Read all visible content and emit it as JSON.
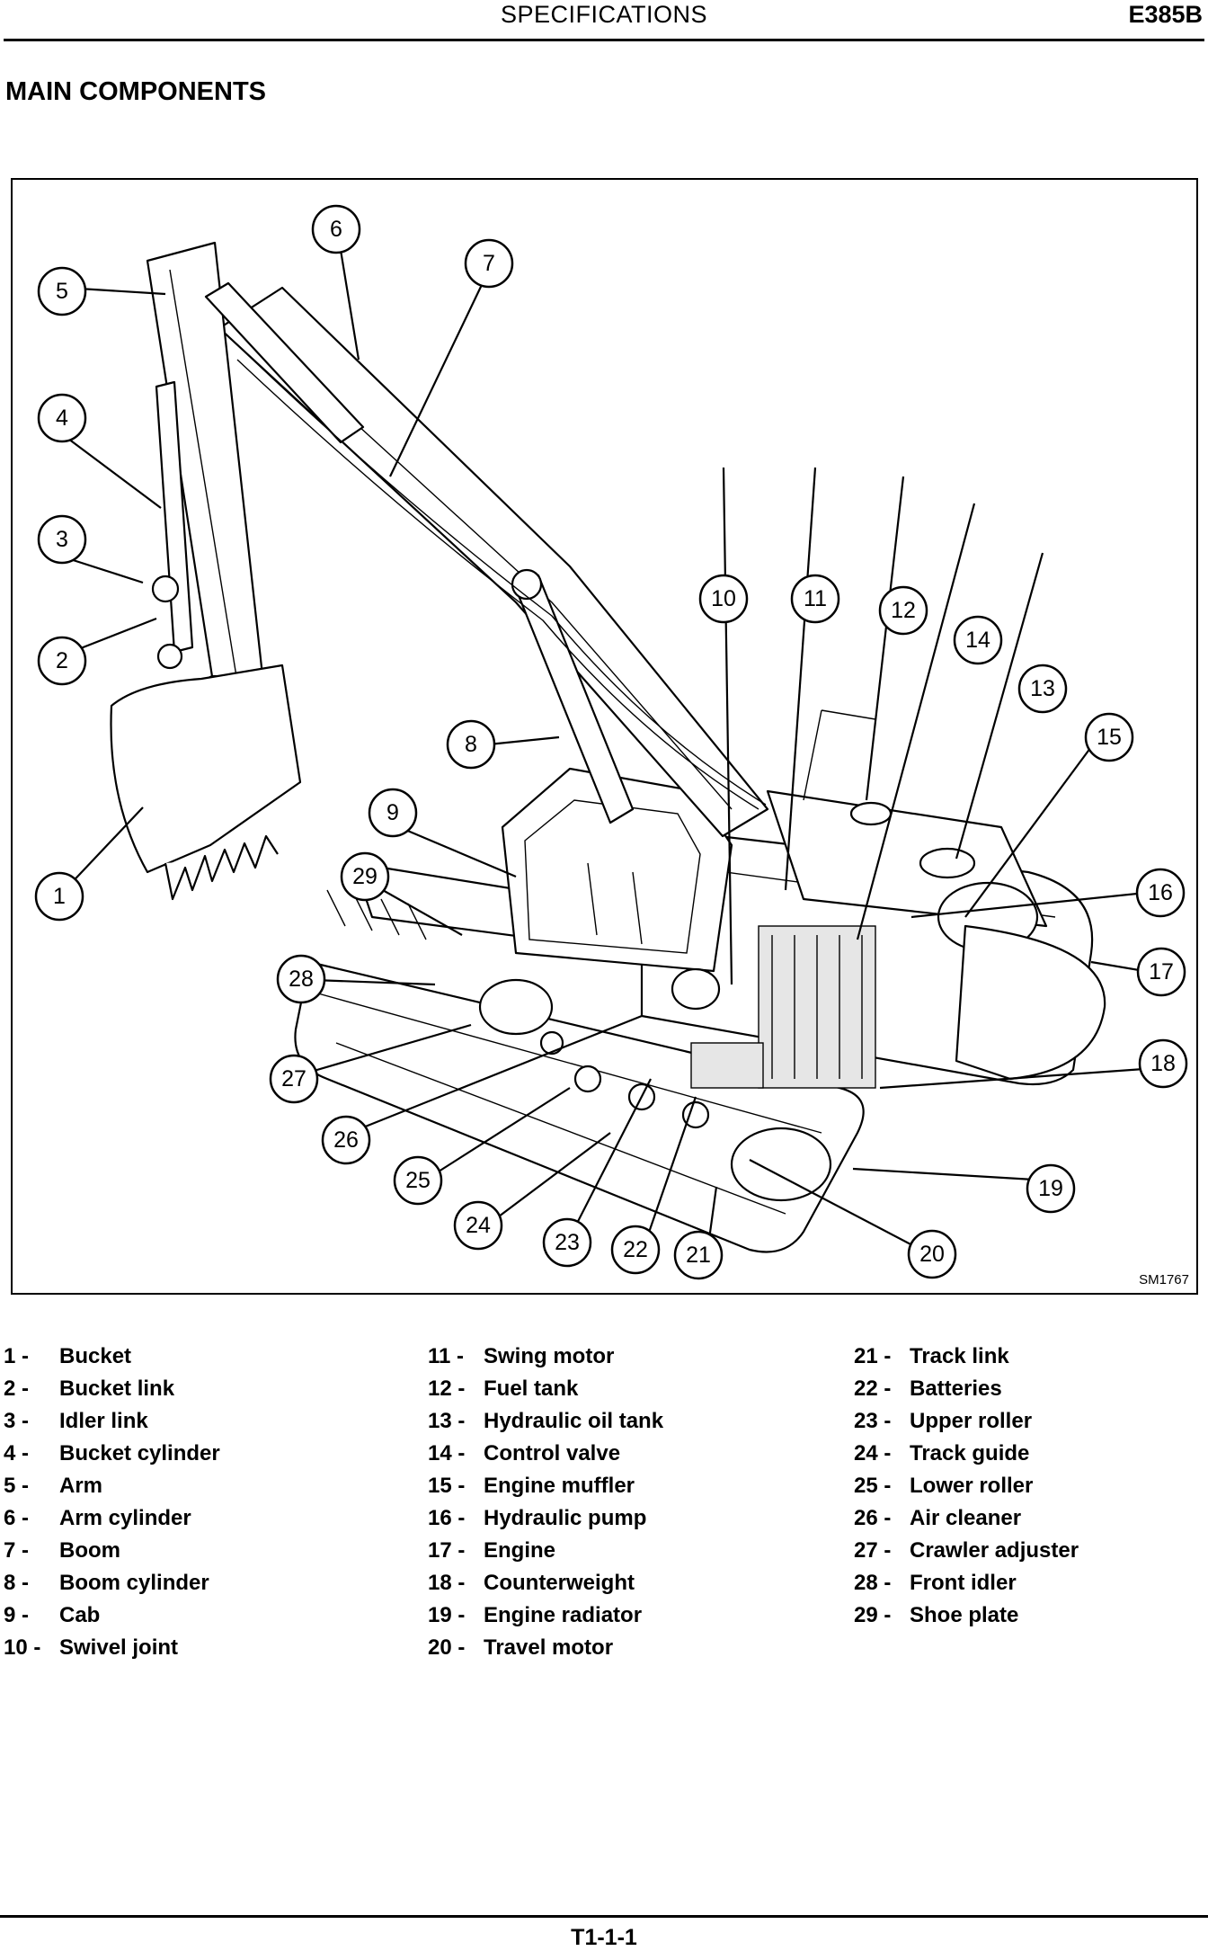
{
  "header": {
    "title": "SPECIFICATIONS",
    "model": "E385B"
  },
  "section_title": "MAIN COMPONENTS",
  "figure": {
    "code": "SM1767"
  },
  "legend": [
    {
      "num": "1 -",
      "label": "Bucket"
    },
    {
      "num": "2 -",
      "label": "Bucket link"
    },
    {
      "num": "3 -",
      "label": "Idler link"
    },
    {
      "num": "4 -",
      "label": "Bucket cylinder"
    },
    {
      "num": "5 -",
      "label": "Arm"
    },
    {
      "num": "6 -",
      "label": "Arm cylinder"
    },
    {
      "num": "7 -",
      "label": "Boom"
    },
    {
      "num": "8 -",
      "label": "Boom cylinder"
    },
    {
      "num": "9 -",
      "label": "Cab"
    },
    {
      "num": "10 -",
      "label": "Swivel joint"
    },
    {
      "num": "11 -",
      "label": "Swing motor"
    },
    {
      "num": "12 -",
      "label": "Fuel tank"
    },
    {
      "num": "13 -",
      "label": "Hydraulic oil tank"
    },
    {
      "num": "14 -",
      "label": "Control valve"
    },
    {
      "num": "15 -",
      "label": "Engine muffler"
    },
    {
      "num": "16 -",
      "label": "Hydraulic pump"
    },
    {
      "num": "17 -",
      "label": "Engine"
    },
    {
      "num": "18 -",
      "label": "Counterweight"
    },
    {
      "num": "19 -",
      "label": "Engine radiator"
    },
    {
      "num": "20 -",
      "label": "Travel motor"
    },
    {
      "num": "21 -",
      "label": "Track link"
    },
    {
      "num": "22 -",
      "label": "Batteries"
    },
    {
      "num": "23 -",
      "label": "Upper roller"
    },
    {
      "num": "24 -",
      "label": "Track guide"
    },
    {
      "num": "25 -",
      "label": "Lower roller"
    },
    {
      "num": "26 -",
      "label": "Air cleaner"
    },
    {
      "num": "27 -",
      "label": "Crawler adjuster"
    },
    {
      "num": "28 -",
      "label": "Front idler"
    },
    {
      "num": "29 -",
      "label": "Shoe plate"
    }
  ],
  "callouts": [
    "1",
    "2",
    "3",
    "4",
    "5",
    "6",
    "7",
    "8",
    "9",
    "10",
    "11",
    "12",
    "13",
    "14",
    "15",
    "16",
    "17",
    "18",
    "19",
    "20",
    "21",
    "22",
    "23",
    "24",
    "25",
    "26",
    "27",
    "28",
    "29"
  ],
  "footer": {
    "page": "T1-1-1"
  }
}
